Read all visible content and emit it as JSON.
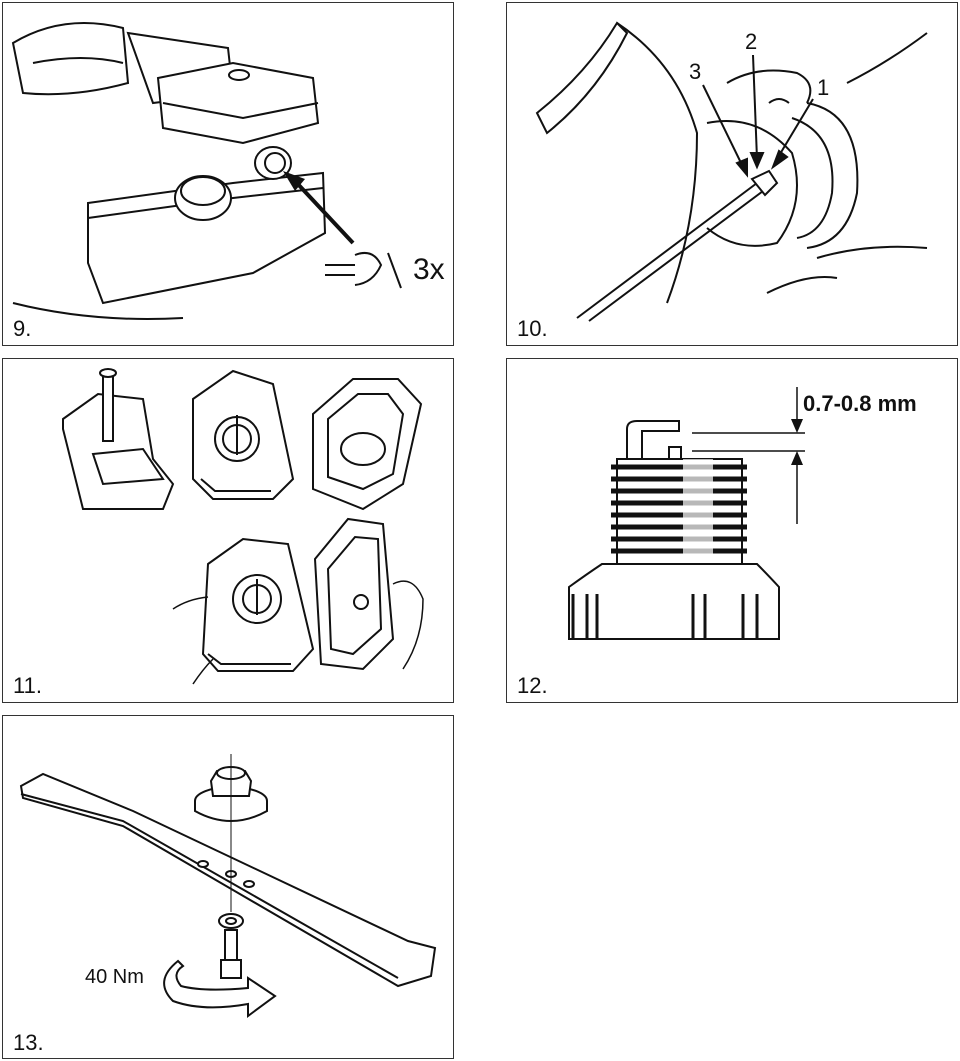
{
  "panels": {
    "p9": {
      "number": "9.",
      "repeat_label": "3x"
    },
    "p10": {
      "number": "10.",
      "callout_1": "1",
      "callout_2": "2",
      "callout_3": "3"
    },
    "p11": {
      "number": "11."
    },
    "p12": {
      "number": "12.",
      "gap_label": "0.7-0.8 mm"
    },
    "p13": {
      "number": "13.",
      "torque_label": "40 Nm"
    }
  },
  "colors": {
    "line": "#111111",
    "shade": "#d9d9d9",
    "panel_border": "#333333"
  }
}
